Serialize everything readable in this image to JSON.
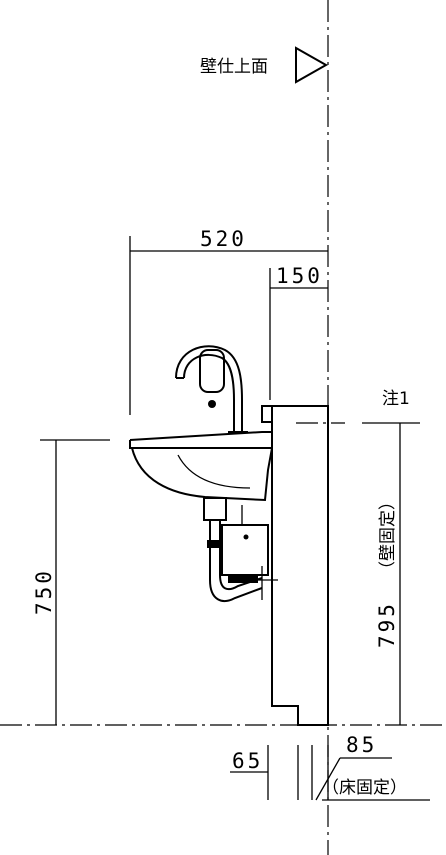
{
  "labels": {
    "wall_finish": "壁仕上面",
    "note1": "注1",
    "floor_fixing": "（床固定）"
  },
  "dimensions": {
    "basin_depth": "520",
    "cabinet_offset": "150",
    "basin_height": "750",
    "cabinet_height": "795",
    "wall_fixing": "（壁固定）",
    "left_offset": "65",
    "right_offset": "85"
  }
}
